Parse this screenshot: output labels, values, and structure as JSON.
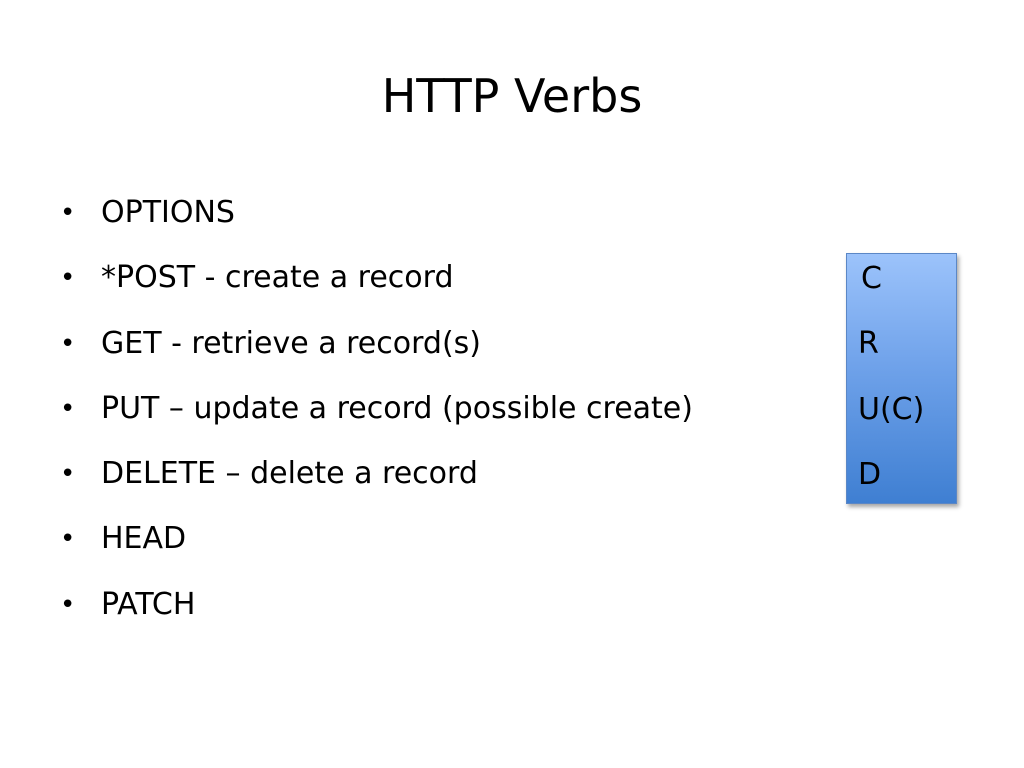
{
  "slide": {
    "title": "HTTP Verbs",
    "bullet_symbol": "•",
    "bullets": [
      {
        "text": "OPTIONS"
      },
      {
        "text": "*POST - create a record"
      },
      {
        "text": "GET - retrieve a record(s)"
      },
      {
        "text": "PUT – update a record (possible create)"
      },
      {
        "text": "DELETE – delete a record"
      },
      {
        "text": "HEAD"
      },
      {
        "text": "PATCH"
      }
    ],
    "crud": {
      "c": "C",
      "r": "R",
      "u": "U(C)",
      "d": "D"
    },
    "colors": {
      "crud_box_top": "#9cc3fb",
      "crud_box_bottom": "#3f7fd2",
      "text": "#000000",
      "background": "#ffffff"
    }
  }
}
